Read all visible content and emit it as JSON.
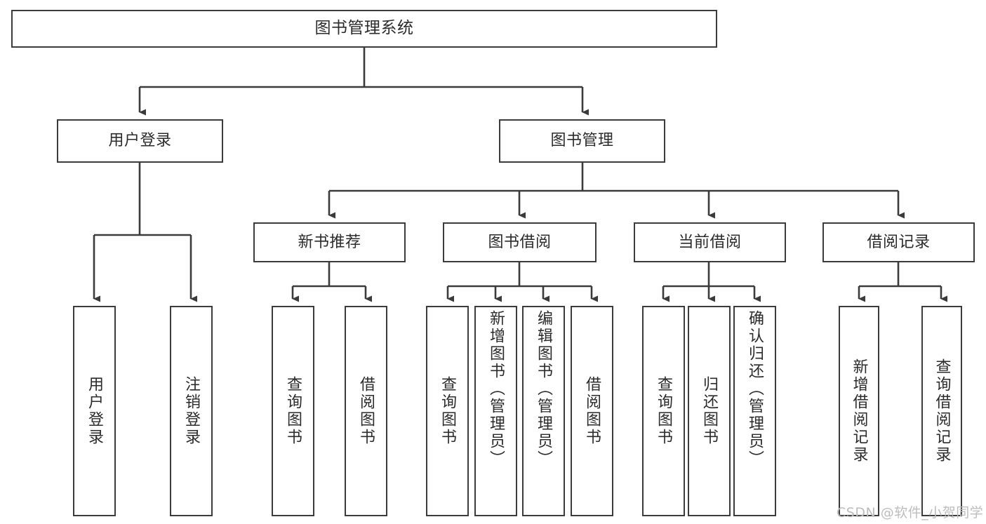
{
  "diagram": {
    "kind": "function-structure-tree",
    "colors": {
      "border": "#3b3b3b",
      "connector": "#3b3b3b",
      "text": "#2b2b2b",
      "background": "#ffffff",
      "watermark": "#bdbdbd"
    },
    "root": {
      "label": "图书管理系统"
    },
    "level2": [
      {
        "label": "用户登录"
      },
      {
        "label": "图书管理"
      }
    ],
    "level3": [
      {
        "label": "新书推荐"
      },
      {
        "label": "图书借阅"
      },
      {
        "label": "当前借阅"
      },
      {
        "label": "借阅记录"
      }
    ],
    "leaves": {
      "user_login": [
        {
          "label": "用户登录"
        },
        {
          "label": "注销登录"
        }
      ],
      "new_book_recommend": [
        {
          "label": "查询图书"
        },
        {
          "label": "借阅图书"
        }
      ],
      "book_borrow": [
        {
          "label": "查询图书"
        },
        {
          "label": "新增图书（管理员）"
        },
        {
          "label": "编辑图书（管理员）"
        },
        {
          "label": "借阅图书"
        }
      ],
      "current_borrow": [
        {
          "label": "查询图书"
        },
        {
          "label": "归还图书"
        },
        {
          "label": "确认归还（管理员）"
        }
      ],
      "borrow_record": [
        {
          "label": "新增借阅记录"
        },
        {
          "label": "查询借阅记录"
        }
      ]
    }
  },
  "watermark": {
    "text": "CSDN @软件_小贺同学"
  }
}
